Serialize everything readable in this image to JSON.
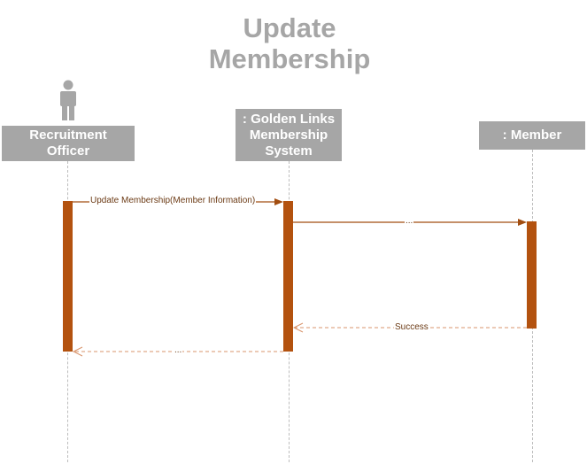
{
  "diagram": {
    "title_lines": [
      "Update",
      "Membership"
    ],
    "participants": [
      {
        "id": "officer",
        "lines": [
          "Recruitment",
          "Officer"
        ],
        "kind": "actor"
      },
      {
        "id": "system",
        "lines": [
          ": Golden Links",
          "Membership",
          "System"
        ],
        "kind": "object"
      },
      {
        "id": "member",
        "lines": [
          ": Member"
        ],
        "kind": "object"
      }
    ],
    "messages": [
      {
        "from": "officer",
        "to": "system",
        "label": "Update Membership(Member Information)",
        "type": "synchronous"
      },
      {
        "from": "system",
        "to": "member",
        "label": "...",
        "type": "synchronous"
      },
      {
        "from": "member",
        "to": "system",
        "label": "Success",
        "type": "return"
      },
      {
        "from": "system",
        "to": "officer",
        "label": "...",
        "type": "return"
      }
    ],
    "colors": {
      "header": "#a6a6a6",
      "activation": "#b3520f",
      "message": "#a24d10",
      "return": "#d9956d",
      "lifeline": "#bdbdbd"
    },
    "icons": {
      "actor": "actor-icon"
    }
  }
}
